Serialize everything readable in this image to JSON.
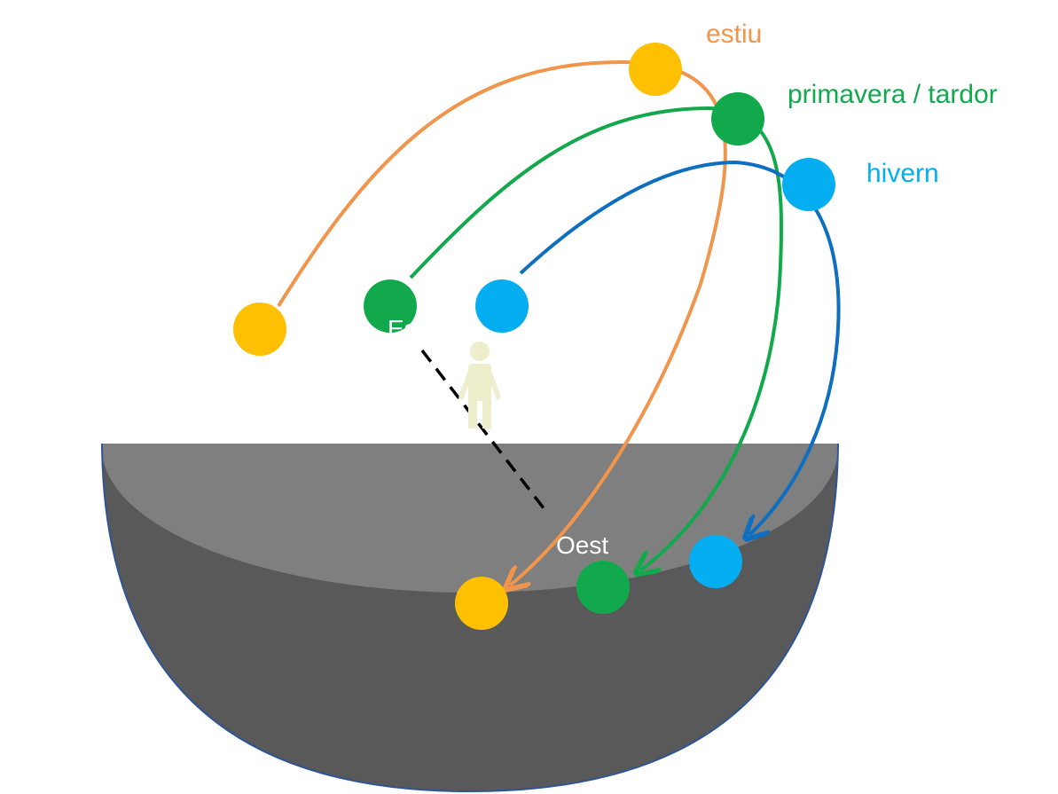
{
  "paths": {
    "summer": {
      "label": "estiu",
      "color": "#f0954b",
      "sun_color": "#fec000"
    },
    "equinox": {
      "label": "primavera / tardor",
      "color": "#12a94d",
      "sun_color": "#12a94d"
    },
    "winter": {
      "label": "hivern",
      "color": "#0e6ec0",
      "label_color": "#04aef0",
      "sun_color": "#04aef0"
    }
  },
  "directions": {
    "east": "Est",
    "west": "Oest"
  },
  "ground": {
    "top_color": "#7f7f7f",
    "side_color": "#595959",
    "rim_color": "#2f5597"
  },
  "observer_color": "#eeeecc"
}
